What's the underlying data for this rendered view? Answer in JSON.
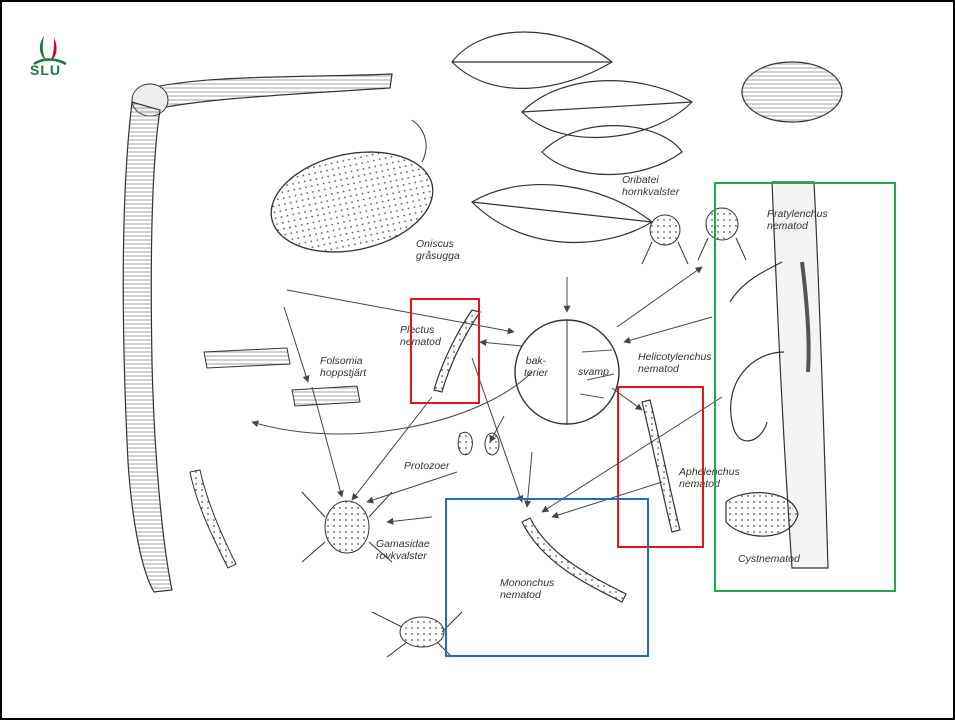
{
  "logo": {
    "text": "SLU",
    "colors": {
      "green": "#1a7a3a",
      "red": "#c8102e"
    }
  },
  "labels": {
    "oniscus": [
      "Oniscus",
      "gråsugga"
    ],
    "oribatei": [
      "Oribatei",
      "hornkvalster"
    ],
    "pratylenchus": [
      "Pratylenchus",
      "nematod"
    ],
    "plectus": [
      "Plectus",
      "nematod"
    ],
    "folsomia": [
      "Folsomia",
      "hoppstjärt"
    ],
    "bakterier": [
      "bak-",
      "terier"
    ],
    "svamp": "svamp",
    "helicotylenchus": [
      "Helicotylenchus",
      "nematod"
    ],
    "protozoer": "Protozoer",
    "aphelenchus": [
      "Aphelenchus",
      "nematod"
    ],
    "gamasidae": [
      "Gamasidae",
      "rovkvalster"
    ],
    "mononchus": [
      "Mononchus",
      "nematod"
    ],
    "cystnematod": "Cystnematod"
  },
  "highlight_colors": {
    "red": "#e2141c",
    "blue": "#1f6fc4",
    "green": "#21a84a"
  }
}
